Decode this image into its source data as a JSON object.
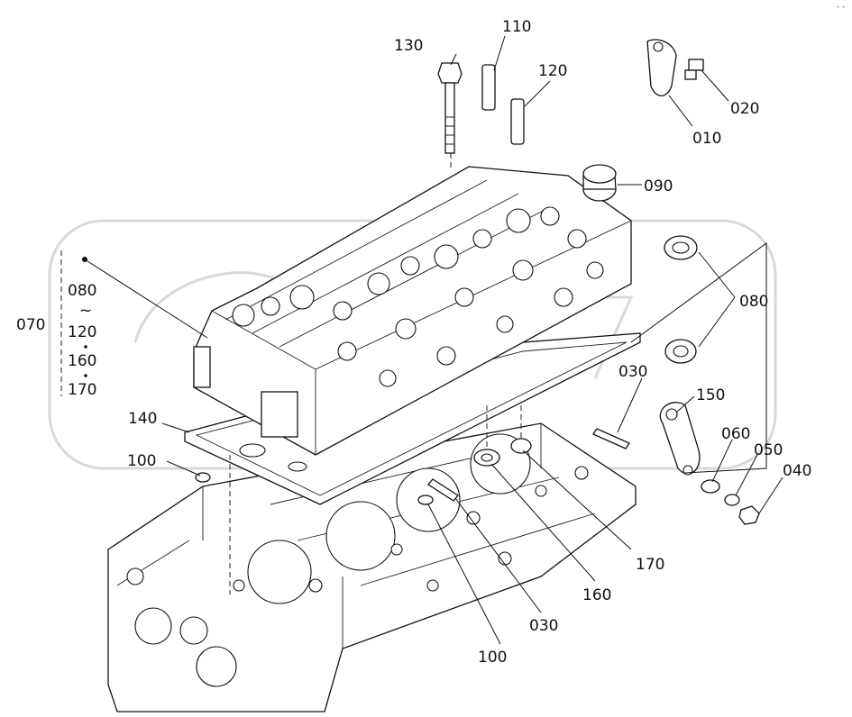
{
  "callouts": {
    "c010": "010",
    "c020": "020",
    "c030a": "030",
    "c030b": "030",
    "c040": "040",
    "c050": "050",
    "c060": "060",
    "c070": "070",
    "c080a": "080",
    "c090": "090",
    "c100a": "100",
    "c100b": "100",
    "c110": "110",
    "c120": "120",
    "c130": "130",
    "c140": "140",
    "c150": "150",
    "c160": "160",
    "c170": "170"
  },
  "range_group": {
    "start": "080",
    "tilde": "~",
    "r120": "120",
    "r160": "160",
    "r170": "170"
  },
  "corner_mark": "- -"
}
